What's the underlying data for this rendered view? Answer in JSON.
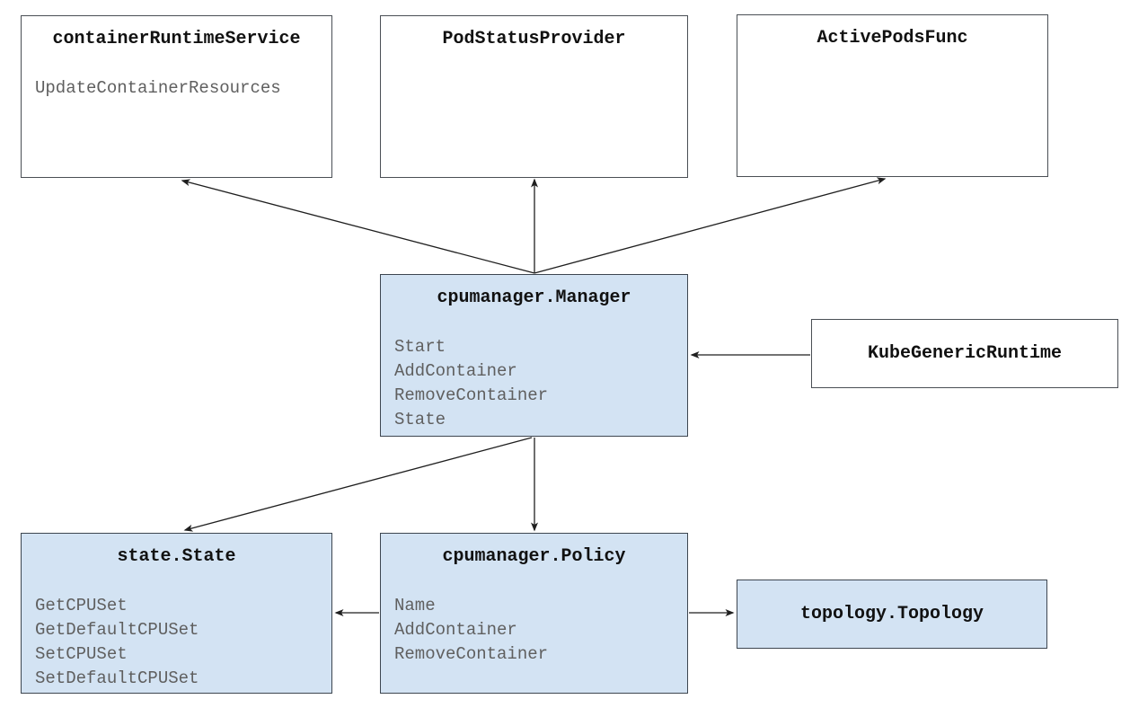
{
  "diagram": {
    "description": "cpumanager architecture diagram",
    "colors": {
      "highlight_fill": "#d3e3f3",
      "plain_fill": "#ffffff",
      "border": "#3d4650",
      "title_text": "#111111",
      "method_text": "#5f5f5f",
      "arrow": "#1f1f1f"
    },
    "boxes": [
      {
        "title": "containerRuntimeService",
        "style": "plain",
        "methods": [
          "UpdateContainerResources"
        ]
      },
      {
        "title": "PodStatusProvider",
        "style": "plain",
        "methods": []
      },
      {
        "title": "ActivePodsFunc",
        "style": "plain",
        "methods": []
      },
      {
        "title": "cpumanager.Manager",
        "style": "highlighted",
        "methods": [
          "Start",
          "AddContainer",
          "RemoveContainer",
          "State"
        ]
      },
      {
        "title": "KubeGenericRuntime",
        "style": "plain",
        "methods": []
      },
      {
        "title": "state.State",
        "style": "highlighted",
        "methods": [
          "GetCPUSet",
          "GetDefaultCPUSet",
          "SetCPUSet",
          "SetDefaultCPUSet"
        ]
      },
      {
        "title": "cpumanager.Policy",
        "style": "highlighted",
        "methods": [
          "Name",
          "AddContainer",
          "RemoveContainer"
        ]
      },
      {
        "title": "topology.Topology",
        "style": "highlighted",
        "methods": []
      }
    ],
    "edges": [
      {
        "from": "cpumanager.Manager",
        "to": "containerRuntimeService"
      },
      {
        "from": "cpumanager.Manager",
        "to": "PodStatusProvider"
      },
      {
        "from": "cpumanager.Manager",
        "to": "ActivePodsFunc"
      },
      {
        "from": "KubeGenericRuntime",
        "to": "cpumanager.Manager"
      },
      {
        "from": "cpumanager.Manager",
        "to": "state.State"
      },
      {
        "from": "cpumanager.Manager",
        "to": "cpumanager.Policy"
      },
      {
        "from": "cpumanager.Policy",
        "to": "state.State"
      },
      {
        "from": "cpumanager.Policy",
        "to": "topology.Topology"
      }
    ]
  }
}
